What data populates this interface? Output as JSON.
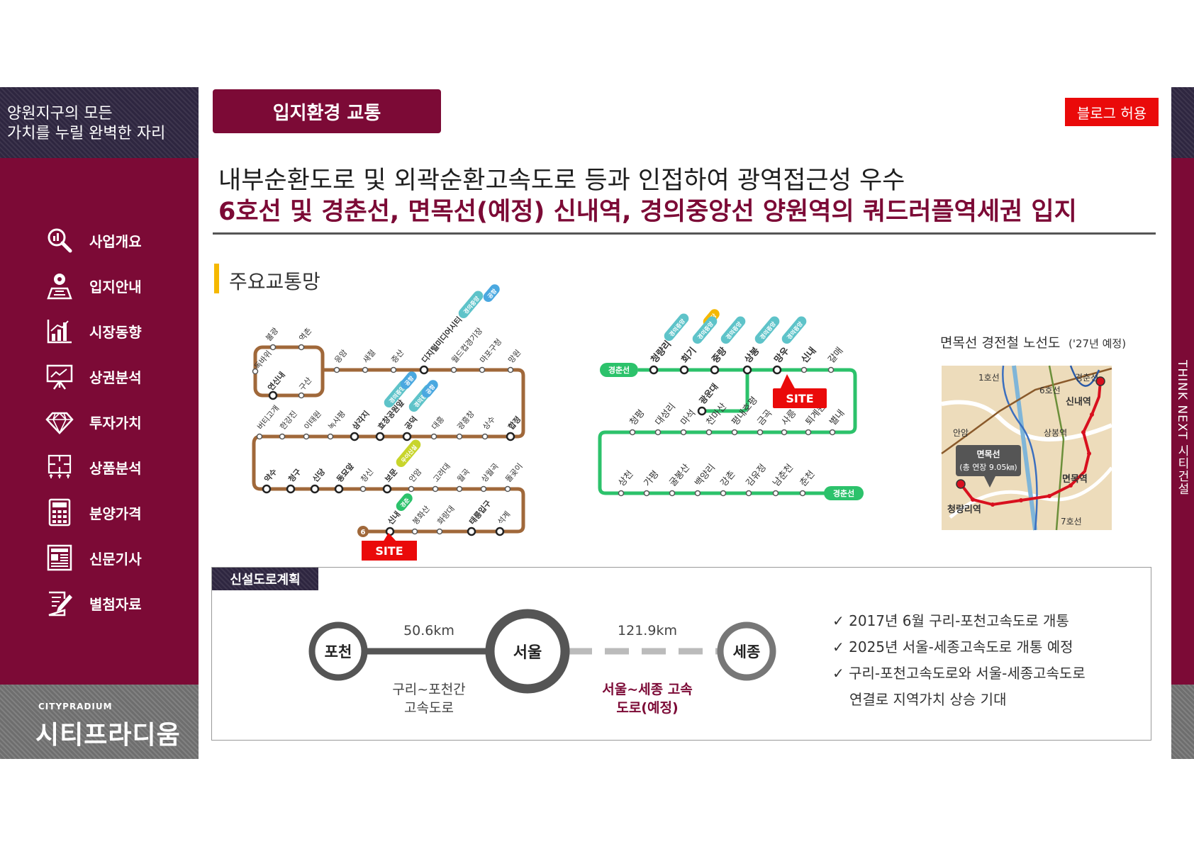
{
  "sidebar": {
    "tagline": "양원지구의 모든\n가치를 누릴 완벽한 자리",
    "menu": [
      {
        "label": "사업개요",
        "icon": "magnifier-icon"
      },
      {
        "label": "입지안내",
        "icon": "location-map-icon"
      },
      {
        "label": "시장동향",
        "icon": "bar-chart-icon"
      },
      {
        "label": "상권분석",
        "icon": "presentation-board-icon"
      },
      {
        "label": "투자가치",
        "icon": "diamond-icon"
      },
      {
        "label": "상품분석",
        "icon": "floorplan-icon"
      },
      {
        "label": "분양가격",
        "icon": "calculator-icon"
      },
      {
        "label": "신문기사",
        "icon": "newspaper-icon"
      },
      {
        "label": "별첨자료",
        "icon": "document-edit-icon"
      }
    ],
    "logo_small": "CITYPRADIUM",
    "logo_big": "시티프라디움"
  },
  "header": {
    "section_title": "입지환경 교통",
    "blog_badge": "블로그 허용",
    "side_text": "THINK NEXT 시티건설"
  },
  "headline": {
    "line1": "내부순환도로 및 외곽순환고속도로 등과 인접하여 광역접근성 우수",
    "line2": "6호선 및 경춘선, 면목선(예정) 신내역, 경의중앙선 양원역의 쿼드러플역세권 입지"
  },
  "transit": {
    "subtitle": "주요교통망",
    "site_label": "SITE",
    "line6": {
      "terminal_badge": "6",
      "loop_stations": [
        "불광",
        "역촌",
        "독바위",
        "연신내",
        "구산"
      ],
      "row1": [
        "응암",
        "새절",
        "증산",
        "디지털미디어시티",
        "월드컵경기장",
        "마포구청",
        "망원"
      ],
      "row1_badges": [
        "경의중앙",
        "공항"
      ],
      "row2": [
        "합정",
        "상수",
        "광흥창",
        "대흥",
        "공덕",
        "효창공원앞",
        "삼각지",
        "녹사평",
        "이태원",
        "한강진",
        "버티고개"
      ],
      "row2_badges": [
        "경의중앙",
        "공항",
        "경의중앙",
        "공항"
      ],
      "row3": [
        "약수",
        "청구",
        "신당",
        "동묘앞",
        "창신",
        "보문",
        "안암",
        "고려대",
        "월곡",
        "상월곡",
        "돌곶이"
      ],
      "row3_badges": [
        "우이신설"
      ],
      "row4": [
        "석계",
        "태릉입구",
        "화랑대",
        "봉화산",
        "신내"
      ],
      "row4_badges": [
        "경춘"
      ]
    },
    "gyeongchun": {
      "line_label": "경춘선",
      "top_stations": [
        "청량리",
        "회기",
        "중랑",
        "상봉",
        "망우",
        "신내",
        "갈매"
      ],
      "top_badges": [
        "경의중앙",
        "분당",
        "경의중앙",
        "경의중앙",
        "경의중앙",
        "경의중앙"
      ],
      "branch_station": "광운대",
      "mid_stations": [
        "별내",
        "퇴계원",
        "사릉",
        "금곡",
        "평내호평",
        "천마산",
        "마석",
        "대성리",
        "청평"
      ],
      "bottom_stations": [
        "상천",
        "가평",
        "굴봉산",
        "백양리",
        "강촌",
        "김유정",
        "남춘천",
        "춘천"
      ]
    },
    "myeonmok": {
      "title": "면목선 경전철 노선도",
      "title_note": "('27년 예정)",
      "labels": [
        "1호선",
        "경춘선",
        "6호선",
        "신내역",
        "안암",
        "상봉역",
        "면목역",
        "청량리역",
        "7호선"
      ],
      "callout_line1": "면목선",
      "callout_line2": "(총 연장 9.05㎞)"
    }
  },
  "roads": {
    "tag": "신설도로계획",
    "nodes": [
      "포천",
      "서울",
      "세종"
    ],
    "dist1": "50.6km",
    "dist2": "121.9km",
    "caption1_line1": "구리~포천간",
    "caption1_line2": "고속도로",
    "caption2_line1": "서울~세종 고속",
    "caption2_line2": "도로(예정)",
    "notes": [
      {
        "check": "✓",
        "lines": [
          "2017년 6월 구리-포천고속도로 개통"
        ]
      },
      {
        "check": "✓",
        "lines": [
          "2025년 서울-세종고속도로 개통 예정"
        ]
      },
      {
        "check": "✓",
        "lines": [
          "구리-포천고속도로와 서울-세종고속도로",
          "연결로 지역가치 상승 기대"
        ]
      }
    ]
  },
  "colors": {
    "brand": "#7c0a36",
    "line6": "#a0683a",
    "gyeongchun": "#2cc26b",
    "gyeongui_badge": "#5ec3c9",
    "airport_badge": "#4aa8e0",
    "site_red": "#ea0a0a",
    "myeonmok_red": "#d8101e"
  }
}
